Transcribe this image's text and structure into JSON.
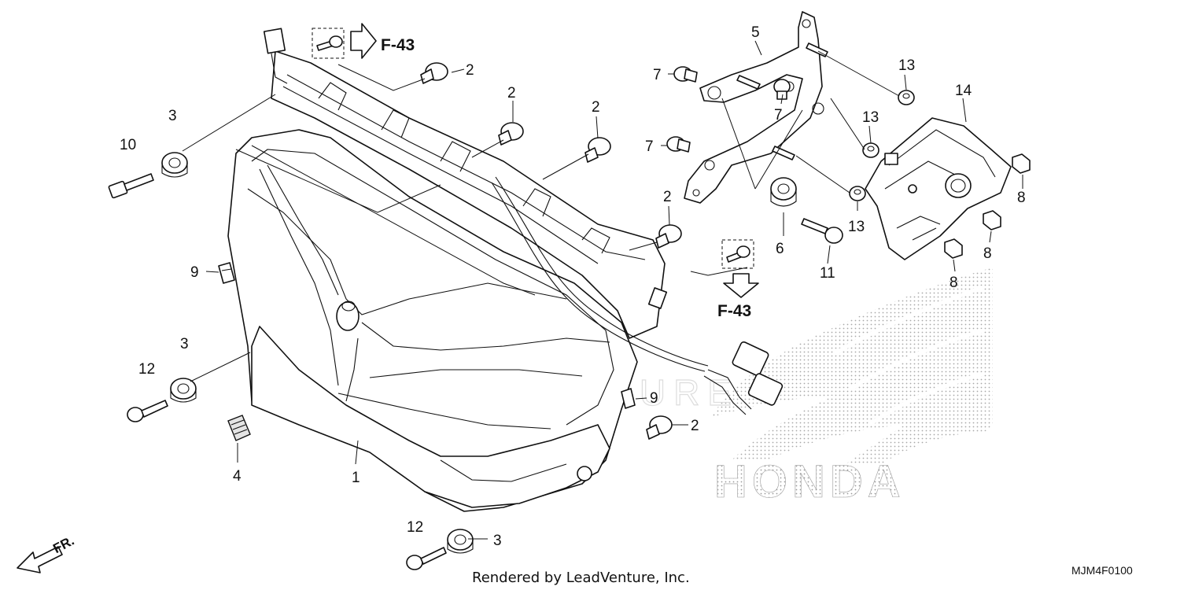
{
  "diagram": {
    "callouts": {
      "c1": "1",
      "c2a": "2",
      "c2b": "2",
      "c2c": "2",
      "c2d": "2",
      "c2e": "2",
      "c3a": "3",
      "c3b": "3",
      "c3c": "3",
      "c4": "4",
      "c5": "5",
      "c6": "6",
      "c7a": "7",
      "c7b": "7",
      "c7c": "7",
      "c8a": "8",
      "c8b": "8",
      "c8c": "8",
      "c9a": "9",
      "c9b": "9",
      "c10": "10",
      "c11": "11",
      "c12a": "12",
      "c12b": "12",
      "c13a": "13",
      "c13b": "13",
      "c13c": "13",
      "c14": "14"
    },
    "refs": {
      "top": "F-43",
      "bottom": "F-43"
    },
    "front_marker": "FR.",
    "brand_watermark": "HONDA",
    "footer": "Rendered by LeadVenture, Inc.",
    "diagram_code": "MJM4F0100"
  }
}
